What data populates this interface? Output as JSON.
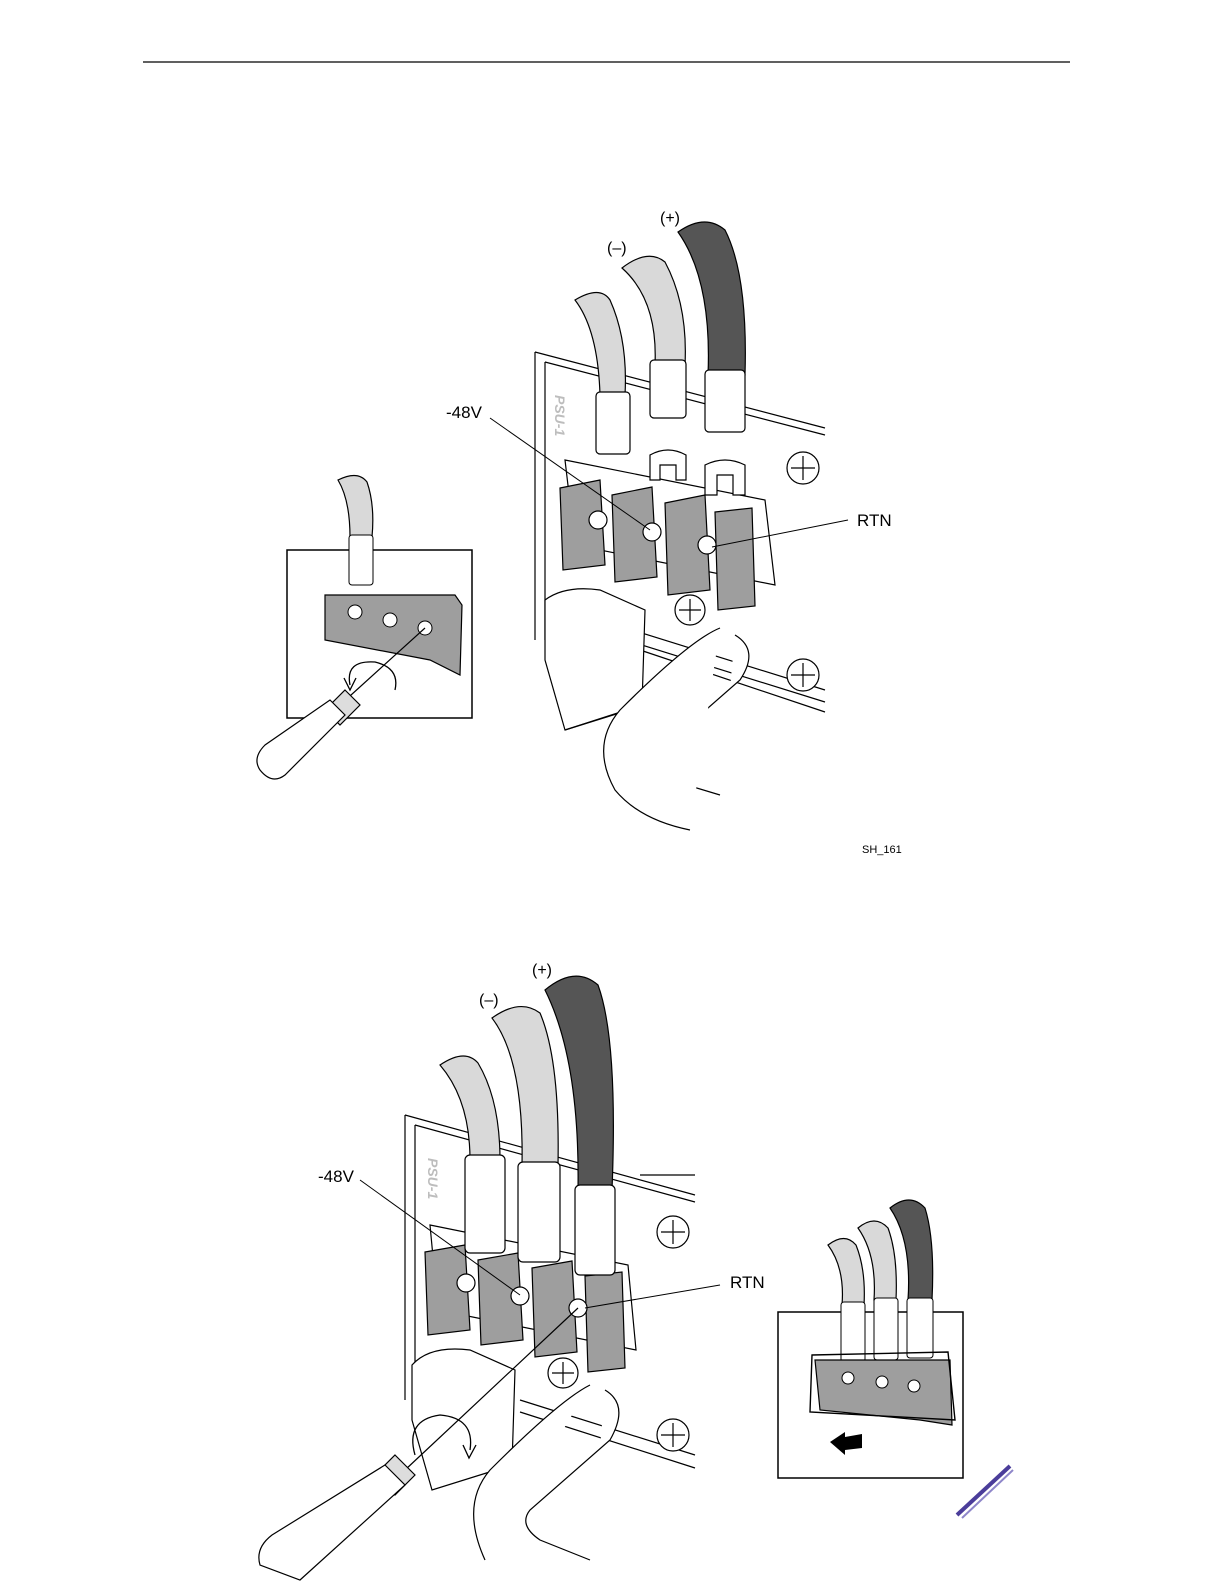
{
  "header": {
    "rule_color": "#000000"
  },
  "figure_top": {
    "labels": {
      "plus": "(+)",
      "minus": "(–)",
      "neg48v": "-48V",
      "rtn": "RTN",
      "panel": "PSU-1",
      "figure_id": "SH_161"
    }
  },
  "figure_bottom": {
    "labels": {
      "plus": "(+)",
      "minus": "(–)",
      "neg48v": "-48V",
      "rtn": "RTN",
      "panel": "PSU-1"
    }
  },
  "colors": {
    "cable_light": "#d9d9d9",
    "cable_dark": "#555555",
    "terminal_gray": "#9e9e9e",
    "terminal_dark": "#8a8a8a",
    "brand_accent": "#4b3d9a"
  },
  "icons": [
    "screwdriver-icon",
    "rotation-arrow-icon",
    "push-arrow-icon",
    "corner-logo-icon"
  ]
}
